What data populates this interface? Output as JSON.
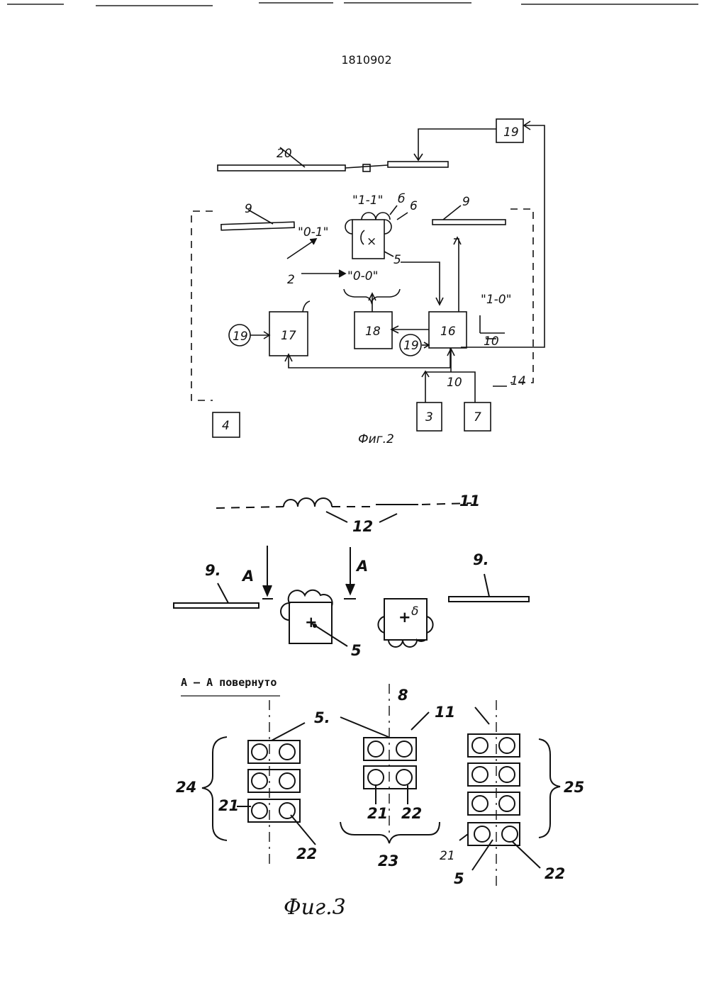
{
  "patent_number": "1810902",
  "fig2": {
    "caption": "Фиг.2",
    "labels": {
      "l20": "20",
      "l19top": "19",
      "l9left": "9",
      "l9right": "9",
      "p11": "\"1-1\"",
      "l6a": "б",
      "l6b": "6",
      "p01": "\"0-1\"",
      "rot_mark": "×",
      "l5": "5",
      "l2": "2",
      "p00": "\"0-0\"",
      "p10": "\"1-0\"",
      "l19a": "19",
      "l17": "17",
      "l18": "18",
      "l19b": "19",
      "l16": "16",
      "l10a": "10",
      "l10b": "10",
      "l14": "14",
      "l4": "4",
      "l3": "3",
      "l7": "7"
    }
  },
  "fig3": {
    "caption": "Φиг.3",
    "section_title": "A – A повернуто",
    "labels": {
      "l12": "12",
      "l11a": "11",
      "l9a": "9.",
      "l9b": "9.",
      "a1": "A",
      "a2": "A",
      "plus1": "+",
      "plus2": "+",
      "delta": "δ",
      "l5a": "5",
      "l8": "8",
      "l5b": "5.",
      "l11b": "11",
      "l24": "24",
      "l25": "25",
      "l23": "23",
      "l21a": "21",
      "l22a": "22",
      "l21b": "21",
      "l22b": "22",
      "l21c": "21",
      "l5c": "5",
      "l22c": "22"
    }
  }
}
